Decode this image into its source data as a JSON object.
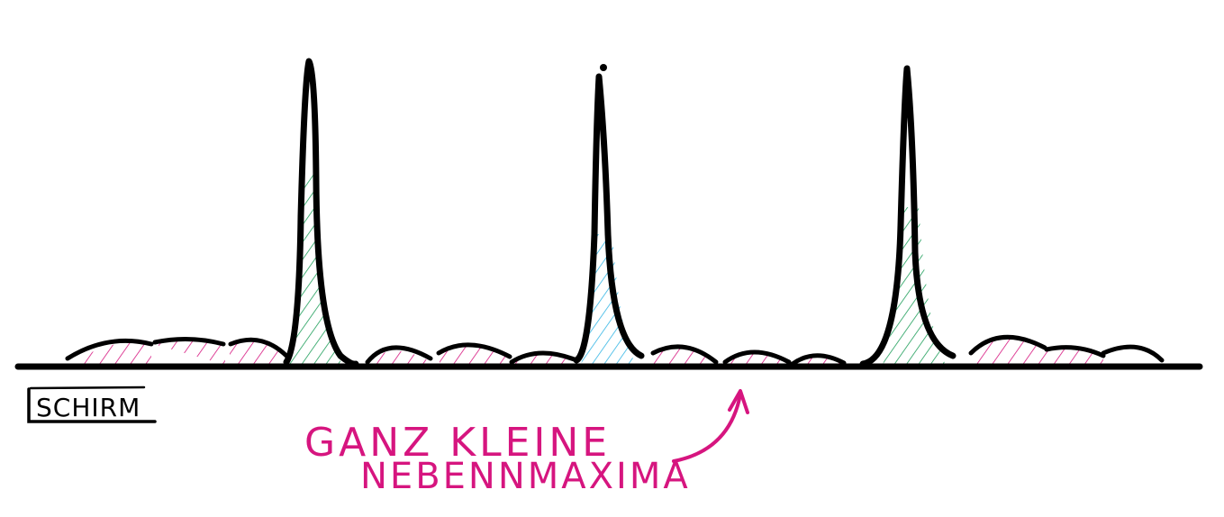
{
  "labels": {
    "screen": "SCHIRM",
    "annotation_line1": "GANZ KLEINE",
    "annotation_line2": "NEBENNMAXIMA"
  },
  "colors": {
    "ink": "#000000",
    "annotation": "#d6157f",
    "hatch_magenta": "#d6157f",
    "hatch_green": "#1e9e5a",
    "hatch_blue": "#33b5e5",
    "background": "#ffffff"
  },
  "elements": {
    "main_maxima_count": 3,
    "principal_maxima_hatch": [
      "green",
      "blue",
      "green"
    ]
  }
}
